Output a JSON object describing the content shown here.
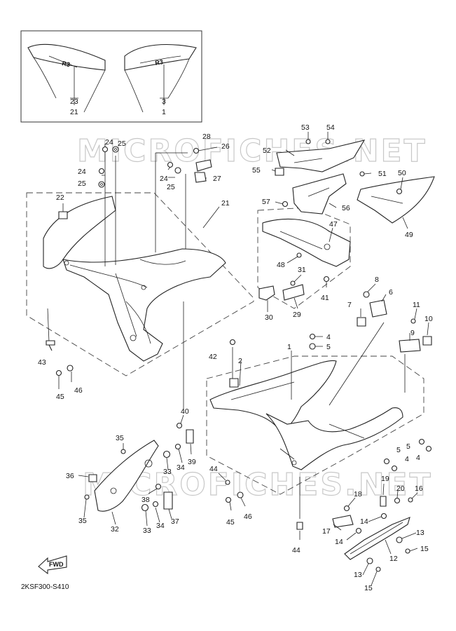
{
  "diagram": {
    "drawing_code": "2KSF300-S410",
    "fwd_label": "FWD",
    "watermark": "MICROFICHES.NET",
    "inset_logo": "R3",
    "callouts": [
      {
        "id": "c23",
        "text": "23"
      },
      {
        "id": "c21a",
        "text": "21"
      },
      {
        "id": "c3",
        "text": "3"
      },
      {
        "id": "c1a",
        "text": "1"
      },
      {
        "id": "c28",
        "text": "28"
      },
      {
        "id": "c26",
        "text": "26"
      },
      {
        "id": "c24a",
        "text": "24"
      },
      {
        "id": "c25a",
        "text": "25"
      },
      {
        "id": "c24b",
        "text": "24"
      },
      {
        "id": "c25b",
        "text": "25"
      },
      {
        "id": "c27",
        "text": "27"
      },
      {
        "id": "c24c",
        "text": "24"
      },
      {
        "id": "c25c",
        "text": "25"
      },
      {
        "id": "c21b",
        "text": "21"
      },
      {
        "id": "c22",
        "text": "22"
      },
      {
        "id": "c53",
        "text": "53"
      },
      {
        "id": "c54",
        "text": "54"
      },
      {
        "id": "c52",
        "text": "52"
      },
      {
        "id": "c55",
        "text": "55"
      },
      {
        "id": "c51",
        "text": "51"
      },
      {
        "id": "c50",
        "text": "50"
      },
      {
        "id": "c57",
        "text": "57"
      },
      {
        "id": "c56",
        "text": "56"
      },
      {
        "id": "c49",
        "text": "49"
      },
      {
        "id": "c47",
        "text": "47"
      },
      {
        "id": "c48",
        "text": "48"
      },
      {
        "id": "c31",
        "text": "31"
      },
      {
        "id": "c41",
        "text": "41"
      },
      {
        "id": "c30",
        "text": "30"
      },
      {
        "id": "c29",
        "text": "29"
      },
      {
        "id": "c8",
        "text": "8"
      },
      {
        "id": "c6",
        "text": "6"
      },
      {
        "id": "c7",
        "text": "7"
      },
      {
        "id": "c11",
        "text": "11"
      },
      {
        "id": "c10",
        "text": "10"
      },
      {
        "id": "c9",
        "text": "9"
      },
      {
        "id": "c4a",
        "text": "4"
      },
      {
        "id": "c5a",
        "text": "5"
      },
      {
        "id": "c42",
        "text": "42"
      },
      {
        "id": "c1b",
        "text": "1"
      },
      {
        "id": "c2",
        "text": "2"
      },
      {
        "id": "c43",
        "text": "43"
      },
      {
        "id": "c46a",
        "text": "46"
      },
      {
        "id": "c45a",
        "text": "45"
      },
      {
        "id": "c40",
        "text": "40"
      },
      {
        "id": "c35a",
        "text": "35"
      },
      {
        "id": "c39",
        "text": "39"
      },
      {
        "id": "c33a",
        "text": "33"
      },
      {
        "id": "c34a",
        "text": "34"
      },
      {
        "id": "c36",
        "text": "36"
      },
      {
        "id": "c35b",
        "text": "35"
      },
      {
        "id": "c38",
        "text": "38"
      },
      {
        "id": "c37",
        "text": "37"
      },
      {
        "id": "c32",
        "text": "32"
      },
      {
        "id": "c33b",
        "text": "33"
      },
      {
        "id": "c34b",
        "text": "34"
      },
      {
        "id": "c44a",
        "text": "44"
      },
      {
        "id": "c45b",
        "text": "45"
      },
      {
        "id": "c46b",
        "text": "46"
      },
      {
        "id": "c44b",
        "text": "44"
      },
      {
        "id": "c5b",
        "text": "5"
      },
      {
        "id": "c4b",
        "text": "4"
      },
      {
        "id": "c5c",
        "text": "5"
      },
      {
        "id": "c4c",
        "text": "4"
      },
      {
        "id": "c19",
        "text": "19"
      },
      {
        "id": "c20",
        "text": "20"
      },
      {
        "id": "c16",
        "text": "16"
      },
      {
        "id": "c18",
        "text": "18"
      },
      {
        "id": "c14a",
        "text": "14"
      },
      {
        "id": "c17",
        "text": "17"
      },
      {
        "id": "c14b",
        "text": "14"
      },
      {
        "id": "c13a",
        "text": "13"
      },
      {
        "id": "c15a",
        "text": "15"
      },
      {
        "id": "c12",
        "text": "12"
      },
      {
        "id": "c13b",
        "text": "13"
      },
      {
        "id": "c15b",
        "text": "15"
      }
    ]
  }
}
